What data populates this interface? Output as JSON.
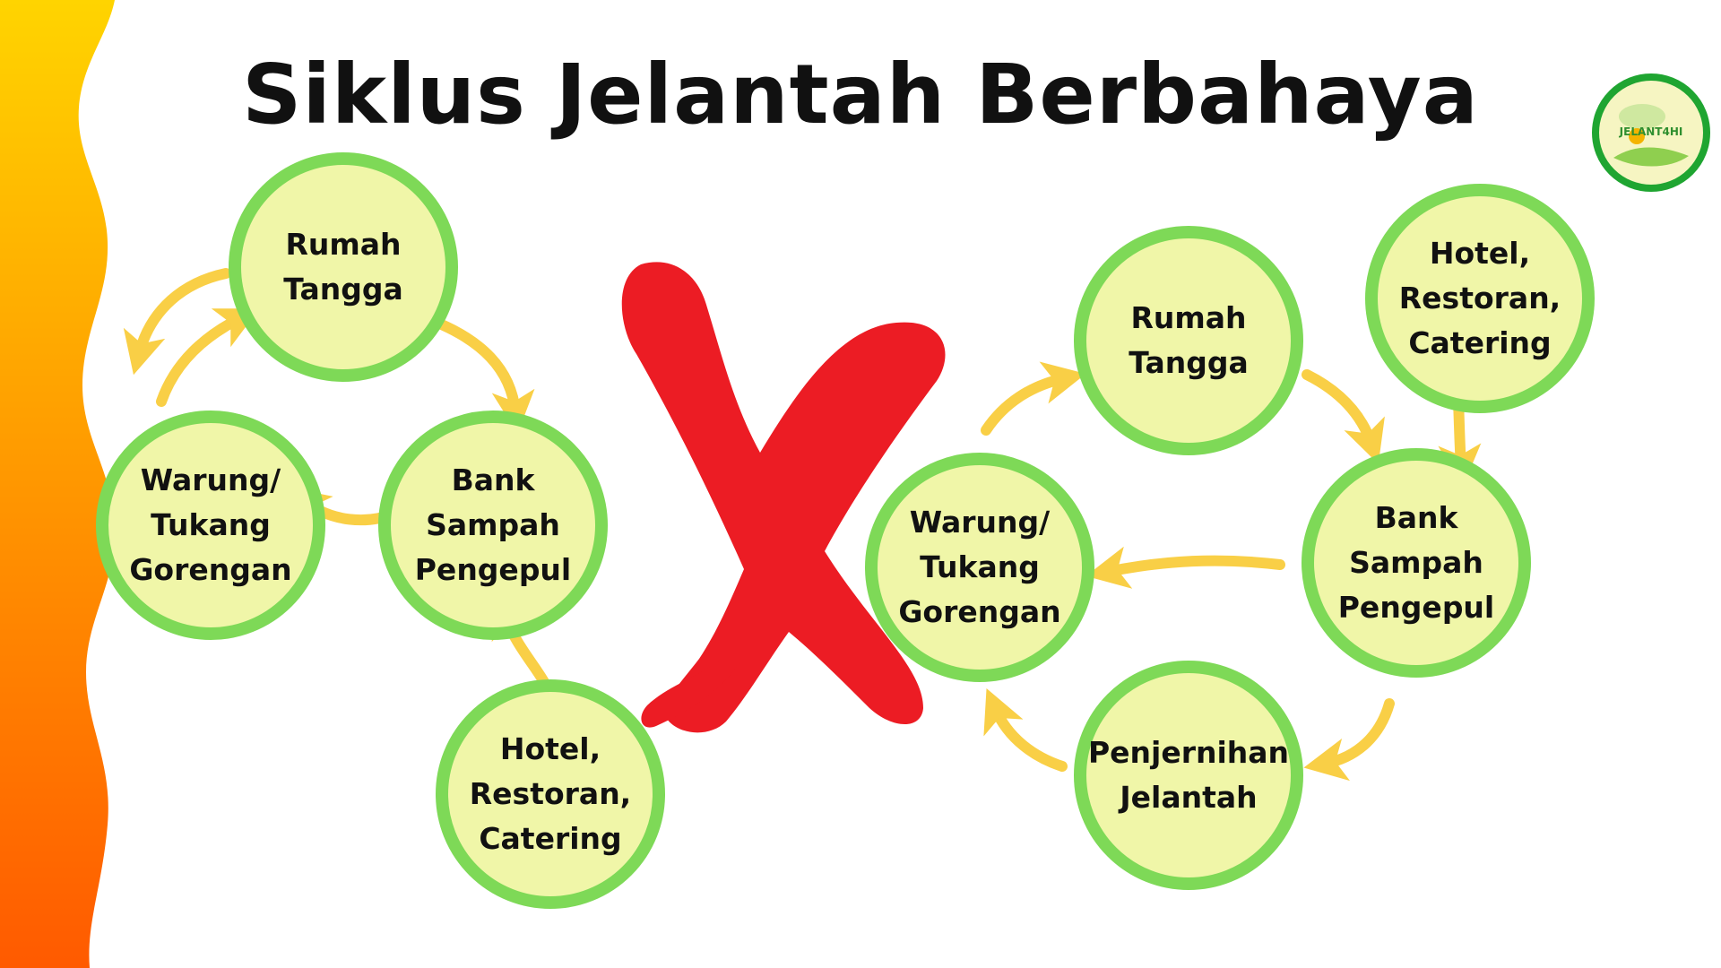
{
  "title": "Siklus Jelantah Berbahaya",
  "colors": {
    "node_fill": "#f0f6a8",
    "node_border": "#7ed957",
    "arrow": "#f9cf46",
    "cross": "#ec1c24",
    "wave_top": "#ffd400",
    "wave_bottom": "#ff5a00"
  },
  "left_cycle": {
    "nodes": [
      {
        "id": "rumah_tangga",
        "label": "Rumah\nTangga"
      },
      {
        "id": "bank_sampah",
        "label": "Bank\nSampah\nPengepul"
      },
      {
        "id": "warung",
        "label": "Warung/\nTukang\nGorengan"
      },
      {
        "id": "hotel",
        "label": "Hotel,\nRestoran,\nCatering"
      }
    ],
    "edges": [
      {
        "from": "rumah_tangga",
        "to": "bank_sampah"
      },
      {
        "from": "bank_sampah",
        "to": "warung"
      },
      {
        "from": "warung",
        "to": "rumah_tangga"
      },
      {
        "from": "rumah_tangga",
        "to": "warung"
      },
      {
        "from": "hotel",
        "to": "bank_sampah"
      }
    ],
    "marked_with": "cross-icon"
  },
  "right_cycle": {
    "nodes": [
      {
        "id": "rumah_tangga",
        "label": "Rumah\nTangga"
      },
      {
        "id": "hotel",
        "label": "Hotel,\nRestoran,\nCatering"
      },
      {
        "id": "bank_sampah",
        "label": "Bank\nSampah\nPengepul"
      },
      {
        "id": "warung",
        "label": "Warung/\nTukang\nGorengan"
      },
      {
        "id": "penjernihan",
        "label": "Penjernihan\nJelantah"
      }
    ],
    "edges": [
      {
        "from": "warung",
        "to": "rumah_tangga"
      },
      {
        "from": "rumah_tangga",
        "to": "bank_sampah"
      },
      {
        "from": "hotel",
        "to": "bank_sampah"
      },
      {
        "from": "bank_sampah",
        "to": "warung"
      },
      {
        "from": "bank_sampah",
        "to": "penjernihan"
      },
      {
        "from": "penjernihan",
        "to": "warung"
      }
    ]
  },
  "logo": {
    "icon": "jelantah-logo-icon",
    "text": "JELANT4HI"
  }
}
